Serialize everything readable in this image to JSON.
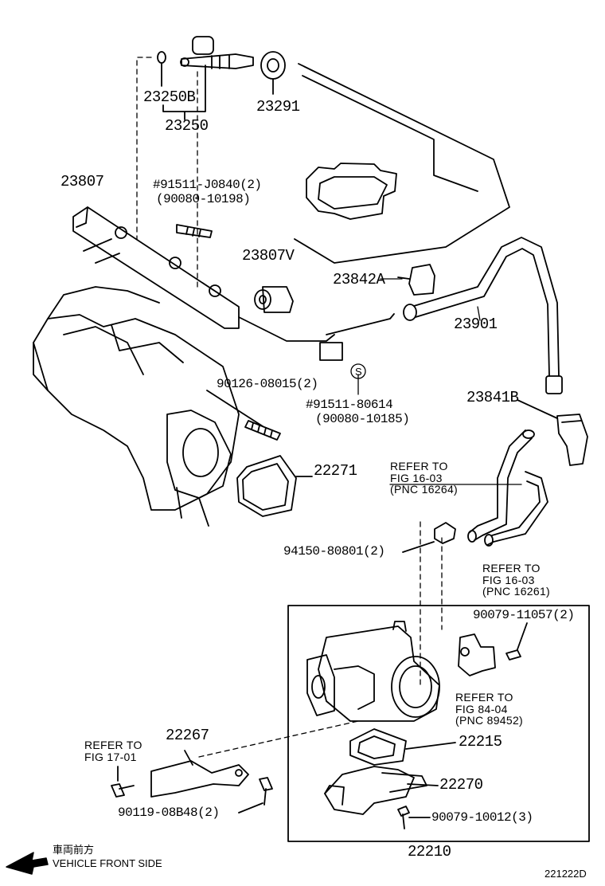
{
  "labels": {
    "p23250B": "23250B",
    "p23250": "23250",
    "p23291": "23291",
    "p23807": "23807",
    "bolt_a1": "#91511-J0840(2)",
    "bolt_a2": "(90080-10198)",
    "p23807V": "23807V",
    "p23842A": "23842A",
    "p23901": "23901",
    "stud": "90126-08015(2)",
    "bolt_b1": "#91511-80614",
    "bolt_b2": "(90080-10185)",
    "p23841B": "23841B",
    "p22271": "22271",
    "nut": "94150-80801(2)",
    "p90079_11057": "90079-11057(2)",
    "p22267": "22267",
    "p22215": "22215",
    "p22270": "22270",
    "p90119": "90119-08B48(2)",
    "p90079_10012": "90079-10012(3)",
    "p22210": "22210",
    "s_mark": "S",
    "fig_id": "221222D"
  },
  "refs": {
    "ref_16_03_a": [
      "REFER TO",
      "FIG 16-03",
      "(PNC 16264)"
    ],
    "ref_16_03_b": [
      "REFER TO",
      "FIG 16-03",
      "(PNC 16261)"
    ],
    "ref_84_04": [
      "REFER TO",
      "FIG 84-04",
      "(PNC 89452)"
    ],
    "ref_17_01": [
      "REFER TO",
      "FIG 17-01"
    ]
  },
  "front": {
    "jp": "車両前方",
    "en": "VEHICLE FRONT SIDE"
  }
}
